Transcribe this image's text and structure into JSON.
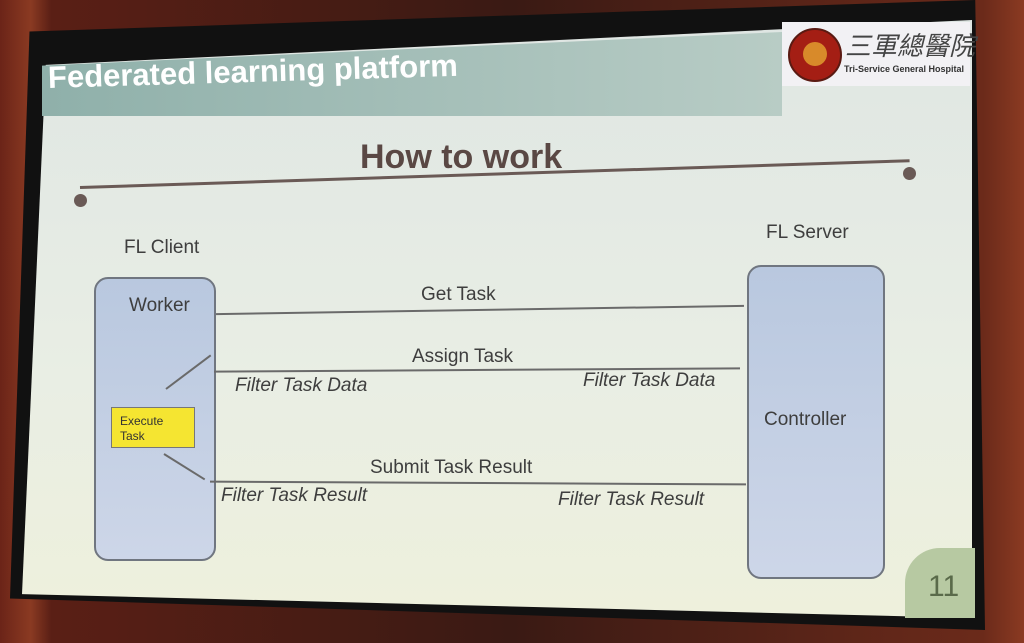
{
  "slide": {
    "title": "Federated learning platform",
    "logo": {
      "chinese_name": "三軍總醫院",
      "english_name": "Tri-Service General Hospital"
    },
    "heading": "How to work",
    "client_label": "FL Client",
    "server_label": "FL Server",
    "worker_label": "Worker",
    "controller_label": "Controller",
    "execute_task": "Execute Task",
    "arrows": {
      "get_task": "Get Task",
      "assign_task": "Assign Task",
      "submit_result": "Submit Task Result"
    },
    "filters": {
      "client_task_data": "Filter Task Data",
      "server_task_data": "Filter Task Data",
      "client_task_result": "Filter Task Result",
      "server_task_result": "Filter Task Result"
    },
    "page_number": "11"
  }
}
